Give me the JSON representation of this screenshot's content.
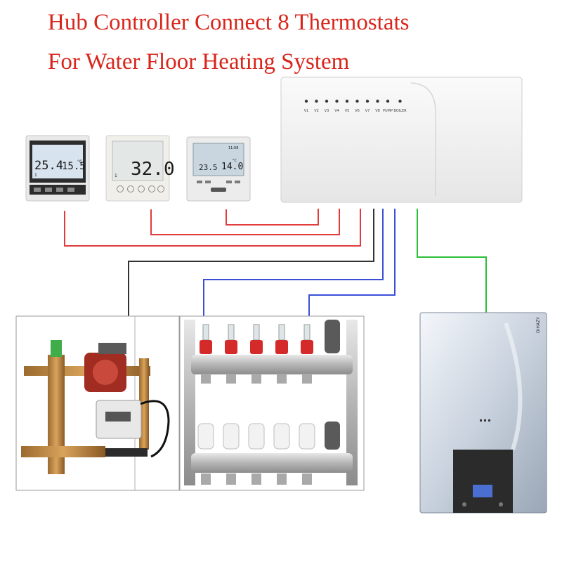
{
  "title": {
    "line1": "Hub Controller Connect 8 Thermostats",
    "line2": "For Water Floor Heating System"
  },
  "hub": {
    "labels": [
      "V1",
      "V2",
      "V3",
      "V4",
      "V5",
      "V6",
      "V7",
      "V8",
      "PUMP",
      "BOILER"
    ]
  },
  "thermostats": [
    {
      "reading1": "25.4",
      "reading2": "15.5",
      "unit": "°C",
      "small": "1"
    },
    {
      "reading1": "32.0",
      "small": "1"
    },
    {
      "reading1": "23.5",
      "reading2": "14.0",
      "unit": "°C",
      "small": "11:08"
    }
  ],
  "boiler": {
    "brand": "DIHAZY"
  },
  "colors": {
    "title": "#d8261c",
    "thermostat_wire": "#e23b3b",
    "actuator_wire": "#3b4fd6",
    "pump_wire": "#333333",
    "boiler_wire": "#2bbf3a"
  }
}
